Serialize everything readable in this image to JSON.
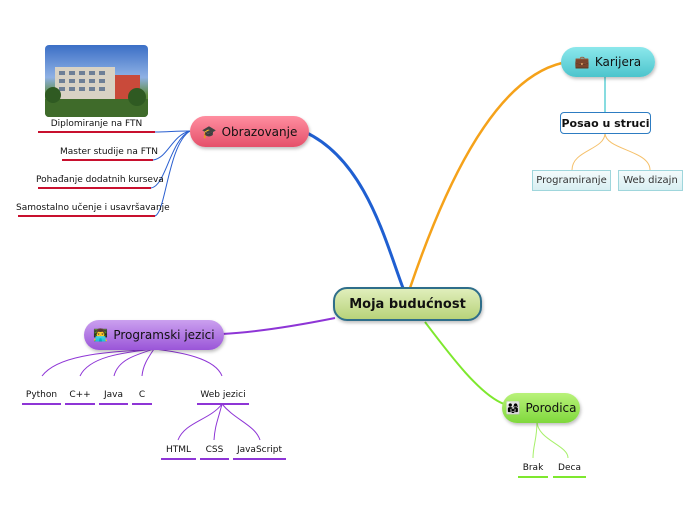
{
  "central": {
    "label": "Moja budućnost"
  },
  "obrazovanje": {
    "label": "Obrazovanje",
    "icon": "graduation-cap-icon",
    "photo": "building-photo",
    "items": [
      "Diplomiranje na FTN",
      "Master studije na FTN",
      "Pohađanje dodatnih kurseva",
      "Samostalno učenje i usavršavanje"
    ]
  },
  "karijera": {
    "label": "Karijera",
    "icon": "briefcase-icon",
    "sub": {
      "label": "Posao u struci",
      "items": [
        "Programiranje",
        "Web dizajn"
      ]
    }
  },
  "programski_jezici": {
    "label": "Programski jezici",
    "icon": "person-at-laptop-icon",
    "items": [
      "Python",
      "C++",
      "Java",
      "C",
      "Web jezici"
    ],
    "web_items": [
      "HTML",
      "CSS",
      "JavaScript"
    ]
  },
  "porodica": {
    "label": "Porodica",
    "icon": "family-icon",
    "items": [
      "Brak",
      "Deca"
    ]
  },
  "colors": {
    "blue": "#1f5fd1",
    "orange": "#f5a21a",
    "purple": "#8e35d6",
    "green": "#7ee82e",
    "red": "#c8102e",
    "teal": "#5fd0d6"
  }
}
